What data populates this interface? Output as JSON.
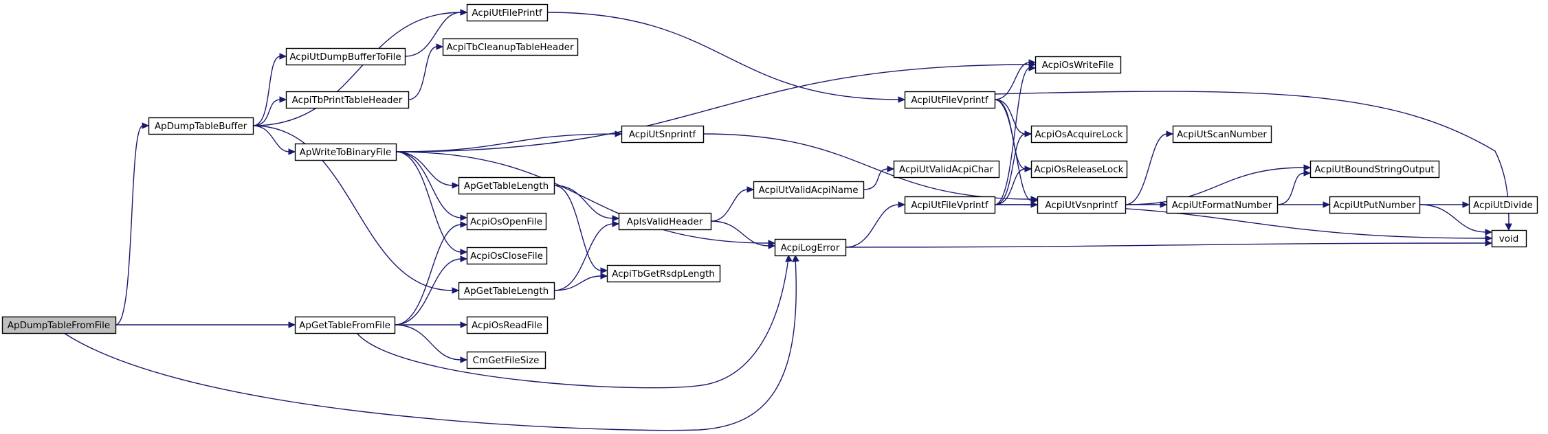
{
  "graph": {
    "nodes": [
      {
        "id": "ApDumpTableFromFile",
        "label": "ApDumpTableFromFile",
        "root": true
      },
      {
        "id": "ApDumpTableBuffer",
        "label": "ApDumpTableBuffer"
      },
      {
        "id": "ApGetTableFromFile",
        "label": "ApGetTableFromFile"
      },
      {
        "id": "AcpiUtFilePrintf",
        "label": "AcpiUtFilePrintf"
      },
      {
        "id": "AcpiUtDumpBufferToFile",
        "label": "AcpiUtDumpBufferToFile"
      },
      {
        "id": "AcpiTbCleanupTableHeader",
        "label": "AcpiTbCleanupTableHeader"
      },
      {
        "id": "AcpiTbPrintTableHeader",
        "label": "AcpiTbPrintTableHeader"
      },
      {
        "id": "ApWriteToBinaryFile",
        "label": "ApWriteToBinaryFile"
      },
      {
        "id": "ApGetTableLength1",
        "label": "ApGetTableLength"
      },
      {
        "id": "AcpiOsOpenFile",
        "label": "AcpiOsOpenFile"
      },
      {
        "id": "AcpiOsCloseFile",
        "label": "AcpiOsCloseFile"
      },
      {
        "id": "ApGetTableLength2",
        "label": "ApGetTableLength"
      },
      {
        "id": "AcpiOsReadFile",
        "label": "AcpiOsReadFile"
      },
      {
        "id": "CmGetFileSize",
        "label": "CmGetFileSize"
      },
      {
        "id": "AcpiUtSnprintf",
        "label": "AcpiUtSnprintf"
      },
      {
        "id": "ApIsValidHeader",
        "label": "ApIsValidHeader"
      },
      {
        "id": "AcpiTbGetRsdpLength",
        "label": "AcpiTbGetRsdpLength"
      },
      {
        "id": "AcpiUtValidAcpiName",
        "label": "AcpiUtValidAcpiName"
      },
      {
        "id": "AcpiLogError",
        "label": "AcpiLogError"
      },
      {
        "id": "AcpiUtFileVprintf1",
        "label": "AcpiUtFileVprintf"
      },
      {
        "id": "AcpiUtValidAcpiChar",
        "label": "AcpiUtValidAcpiChar"
      },
      {
        "id": "AcpiUtFileVprintf2",
        "label": "AcpiUtFileVprintf"
      },
      {
        "id": "AcpiOsWriteFile",
        "label": "AcpiOsWriteFile"
      },
      {
        "id": "AcpiOsAcquireLock",
        "label": "AcpiOsAcquireLock"
      },
      {
        "id": "AcpiOsReleaseLock",
        "label": "AcpiOsReleaseLock"
      },
      {
        "id": "AcpiUtVsnprintf",
        "label": "AcpiUtVsnprintf"
      },
      {
        "id": "AcpiUtScanNumber",
        "label": "AcpiUtScanNumber"
      },
      {
        "id": "AcpiUtFormatNumber",
        "label": "AcpiUtFormatNumber"
      },
      {
        "id": "AcpiUtBoundStringOutput",
        "label": "AcpiUtBoundStringOutput"
      },
      {
        "id": "AcpiUtPutNumber",
        "label": "AcpiUtPutNumber"
      },
      {
        "id": "AcpiUtDivide",
        "label": "AcpiUtDivide"
      },
      {
        "id": "void",
        "label": "void"
      }
    ],
    "edges": [
      [
        "ApDumpTableFromFile",
        "ApDumpTableBuffer"
      ],
      [
        "ApDumpTableFromFile",
        "ApGetTableFromFile"
      ],
      [
        "ApDumpTableFromFile",
        "AcpiLogError"
      ],
      [
        "ApDumpTableBuffer",
        "AcpiUtFilePrintf"
      ],
      [
        "ApDumpTableBuffer",
        "AcpiUtDumpBufferToFile"
      ],
      [
        "ApDumpTableBuffer",
        "AcpiTbPrintTableHeader"
      ],
      [
        "ApDumpTableBuffer",
        "ApWriteToBinaryFile"
      ],
      [
        "ApDumpTableBuffer",
        "ApGetTableLength2"
      ],
      [
        "AcpiUtDumpBufferToFile",
        "AcpiUtFilePrintf"
      ],
      [
        "AcpiTbPrintTableHeader",
        "AcpiTbCleanupTableHeader"
      ],
      [
        "AcpiUtFilePrintf",
        "AcpiUtFileVprintf1"
      ],
      [
        "ApWriteToBinaryFile",
        "AcpiOsWriteFile"
      ],
      [
        "ApWriteToBinaryFile",
        "AcpiUtSnprintf"
      ],
      [
        "ApWriteToBinaryFile",
        "ApGetTableLength1"
      ],
      [
        "ApWriteToBinaryFile",
        "AcpiOsOpenFile"
      ],
      [
        "ApWriteToBinaryFile",
        "AcpiOsCloseFile"
      ],
      [
        "ApWriteToBinaryFile",
        "AcpiLogError"
      ],
      [
        "ApGetTableFromFile",
        "AcpiOsOpenFile"
      ],
      [
        "ApGetTableFromFile",
        "AcpiOsCloseFile"
      ],
      [
        "ApGetTableFromFile",
        "AcpiOsReadFile"
      ],
      [
        "ApGetTableFromFile",
        "CmGetFileSize"
      ],
      [
        "ApGetTableFromFile",
        "AcpiLogError"
      ],
      [
        "ApGetTableLength1",
        "ApIsValidHeader"
      ],
      [
        "ApGetTableLength1",
        "AcpiTbGetRsdpLength"
      ],
      [
        "ApGetTableLength2",
        "ApIsValidHeader"
      ],
      [
        "ApGetTableLength2",
        "AcpiTbGetRsdpLength"
      ],
      [
        "AcpiUtSnprintf",
        "AcpiUtVsnprintf"
      ],
      [
        "ApIsValidHeader",
        "AcpiUtValidAcpiName"
      ],
      [
        "ApIsValidHeader",
        "AcpiLogError"
      ],
      [
        "AcpiUtValidAcpiName",
        "AcpiUtValidAcpiChar"
      ],
      [
        "AcpiLogError",
        "AcpiUtFileVprintf2"
      ],
      [
        "AcpiLogError",
        "void"
      ],
      [
        "AcpiUtFileVprintf1",
        "AcpiOsWriteFile"
      ],
      [
        "AcpiUtFileVprintf1",
        "AcpiOsAcquireLock"
      ],
      [
        "AcpiUtFileVprintf1",
        "AcpiOsReleaseLock"
      ],
      [
        "AcpiUtFileVprintf1",
        "AcpiUtVsnprintf"
      ],
      [
        "AcpiUtFileVprintf1",
        "void"
      ],
      [
        "AcpiUtFileVprintf2",
        "AcpiOsWriteFile"
      ],
      [
        "AcpiUtFileVprintf2",
        "AcpiOsAcquireLock"
      ],
      [
        "AcpiUtFileVprintf2",
        "AcpiOsReleaseLock"
      ],
      [
        "AcpiUtFileVprintf2",
        "AcpiUtVsnprintf"
      ],
      [
        "AcpiUtFileVprintf2",
        "void"
      ],
      [
        "AcpiUtVsnprintf",
        "AcpiUtScanNumber"
      ],
      [
        "AcpiUtVsnprintf",
        "AcpiUtFormatNumber"
      ],
      [
        "AcpiUtVsnprintf",
        "AcpiUtBoundStringOutput"
      ],
      [
        "AcpiUtFormatNumber",
        "AcpiUtBoundStringOutput"
      ],
      [
        "AcpiUtFormatNumber",
        "AcpiUtPutNumber"
      ],
      [
        "AcpiUtPutNumber",
        "AcpiUtDivide"
      ],
      [
        "AcpiUtPutNumber",
        "void"
      ]
    ]
  },
  "colors": {
    "edge": "#191970",
    "root_fill": "#bfbfbf",
    "node_fill": "#ffffff",
    "node_stroke": "#000000"
  }
}
